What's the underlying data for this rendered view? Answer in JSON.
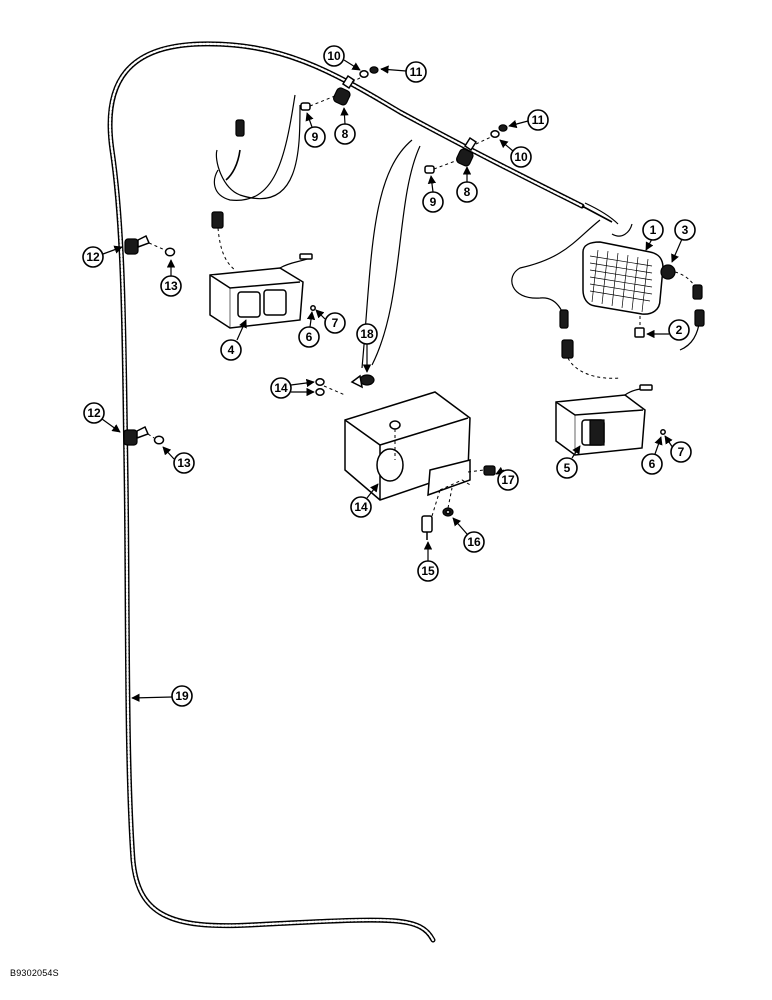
{
  "figure_code": "B9302054S",
  "callouts": [
    "1",
    "2",
    "3",
    "4",
    "5",
    "6",
    "6",
    "7",
    "7",
    "8",
    "8",
    "9",
    "9",
    "10",
    "10",
    "11",
    "11",
    "12",
    "12",
    "13",
    "13",
    "14",
    "14",
    "15",
    "16",
    "17",
    "18",
    "19"
  ]
}
